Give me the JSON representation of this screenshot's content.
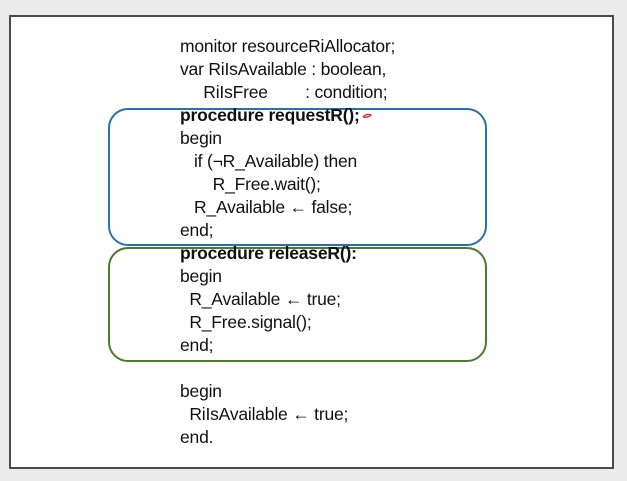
{
  "colors": {
    "page_background": "#ececec",
    "slide_background": "#ffffff",
    "request_box_border": "#2e6fa8",
    "release_box_border": "#4c7a2e",
    "annotation_mark": "#e0322a"
  },
  "code": {
    "lines": [
      "monitor resourceRiAllocator;",
      "var RiIsAvailable : boolean,",
      "     RiIsFree        : condition;",
      "procedure requestR();",
      "begin",
      "   if (¬R_Available) then",
      "       R_Free.wait();",
      "   R_Available ← false;",
      "end;",
      "procedure releaseR():",
      "begin",
      "  R_Available ← true;",
      "  R_Free.signal();",
      "end;",
      "",
      "begin",
      "  RiIsAvailable ← true;",
      "end."
    ]
  },
  "annotation": {
    "icon": "pen-mark-icon"
  }
}
